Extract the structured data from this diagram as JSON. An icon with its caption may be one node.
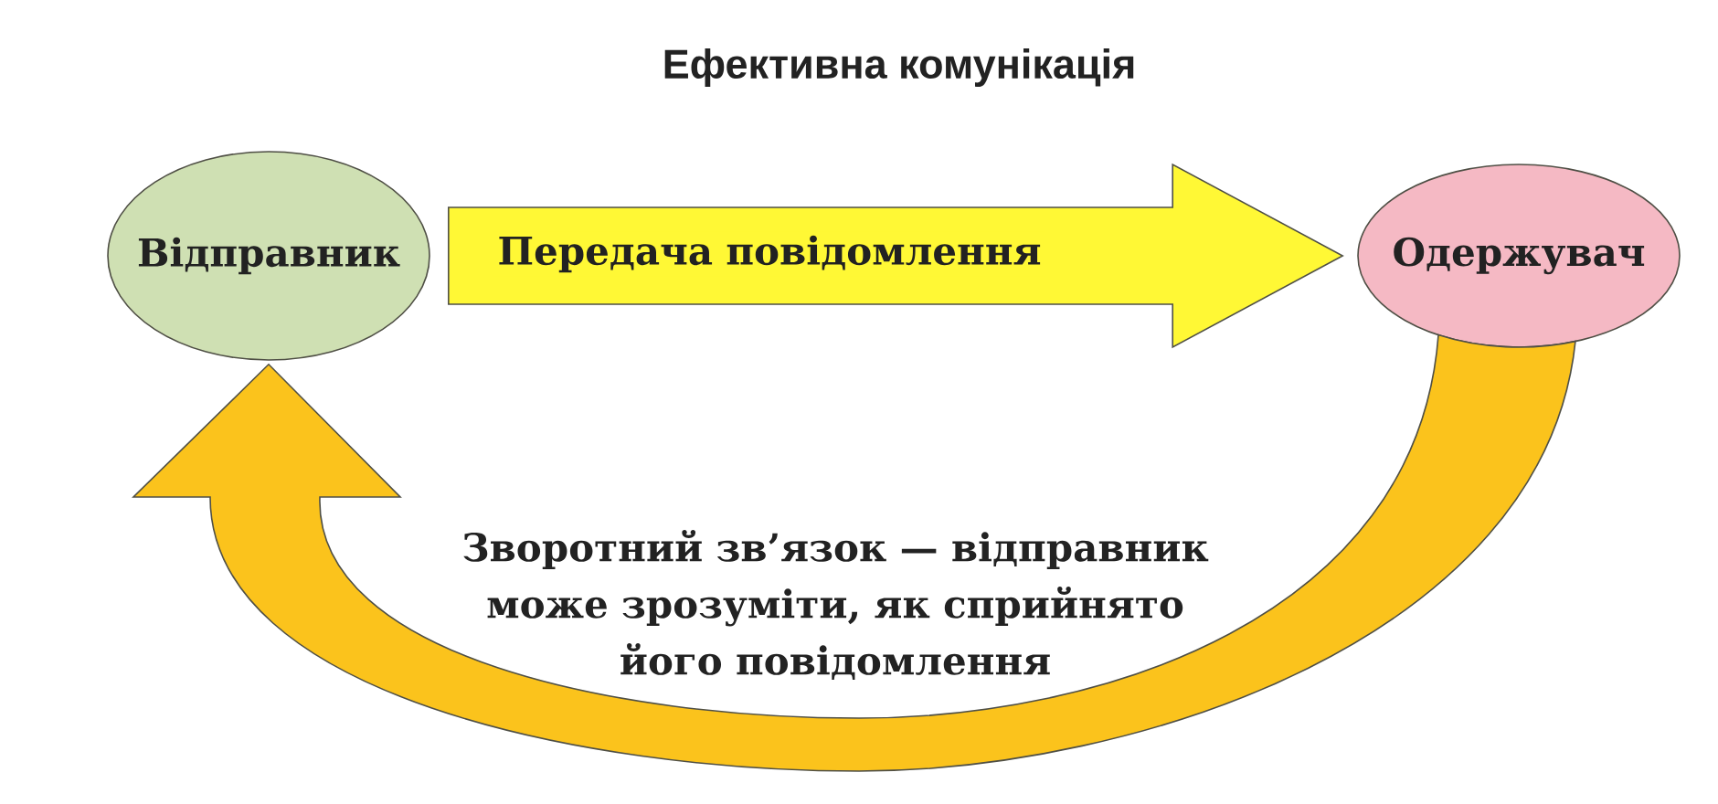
{
  "diagram": {
    "title": "Ефективна комунікація",
    "nodes": [
      {
        "text": [
          "Відправник"
        ]
      },
      {
        "text": [
          "Одержувач"
        ]
      }
    ],
    "edges": [
      {
        "from": 0,
        "to": 1,
        "arrow": "to",
        "label": "Передача повідомлення",
        "color": "#fff835"
      },
      {
        "from": 1,
        "to": 0,
        "arrow": "to",
        "label": "Зворотний зв’язок — відправник може зрозуміти, як сприйнято його повідомлення",
        "color": "#fbc31c"
      }
    ]
  }
}
